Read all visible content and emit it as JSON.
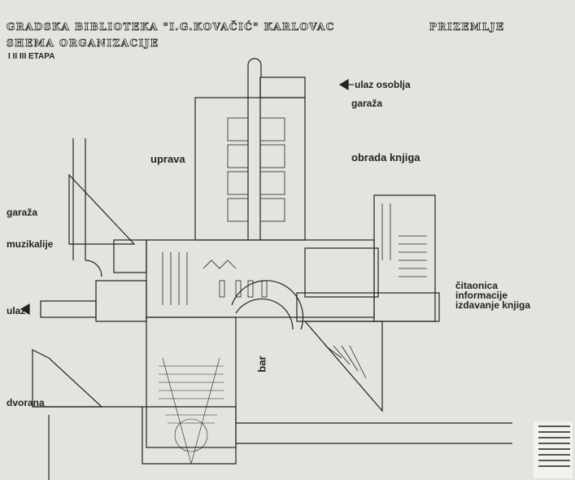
{
  "header": {
    "title": "GRADSKA BIBLIOTEKA \"I.G.KOVAČIĆ\" KARLOVAC",
    "subtitle": "SHEMA ORGANIZACIJE",
    "stage": "I II III ETAPA",
    "floor": "PRIZEMLJE"
  },
  "labels": {
    "staff_entrance": "ulaz osoblja",
    "garage_right": "garaža",
    "administration": "uprava",
    "book_processing": "obrada knjiga",
    "garage_left": "garaža",
    "music": "muzikalije",
    "entrance": "ulaz",
    "reading_room_1": "čitaonica",
    "reading_room_2": "informacije",
    "reading_room_3": "izdavanje knjiga",
    "bar": "bar",
    "hall": "dvorana"
  },
  "colors": {
    "background": "#e4e4de",
    "ink": "#222222"
  }
}
